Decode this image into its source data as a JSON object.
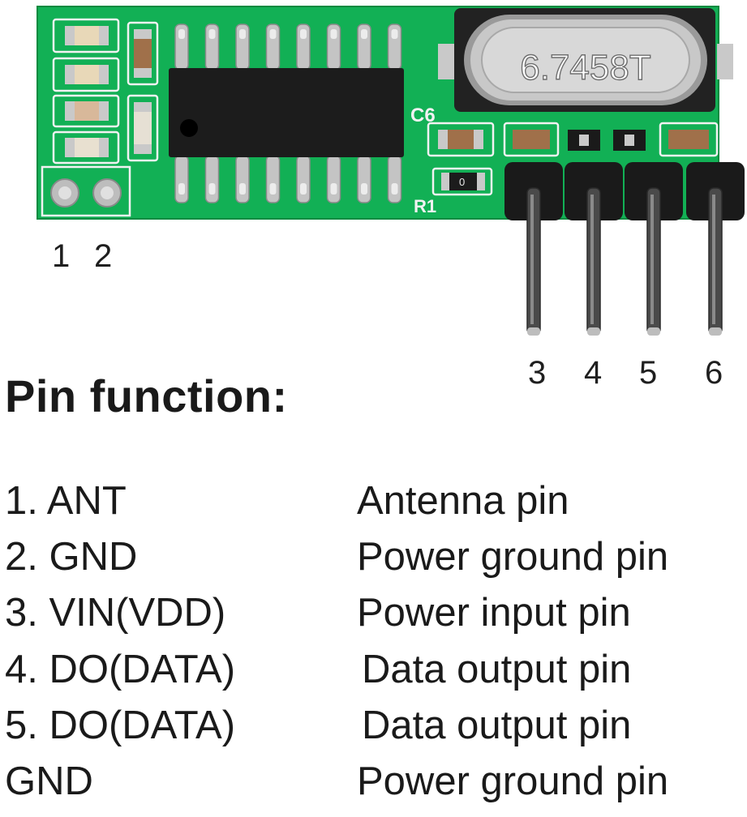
{
  "board": {
    "crystal_label": "6.7458T",
    "silkscreen_c6": "C6",
    "silkscreen_r1": "R1",
    "resistor_marking": "0",
    "colors": {
      "pcb": "#12b055",
      "pcb_dark": "#0d8a40",
      "silkscreen": "#f2f2f2",
      "ic_body": "#1c1c1c",
      "metal": "#c4c4c4",
      "header_plastic": "#1a1a1a",
      "pin_metal": "#4a4a4a"
    }
  },
  "pin_numbers": {
    "top_left": [
      "1",
      "2"
    ],
    "header": [
      "3",
      "4",
      "5",
      "6"
    ]
  },
  "heading": "Pin function:",
  "pins": [
    {
      "pin": "1. ANT",
      "function": "Antenna pin"
    },
    {
      "pin": "2. GND",
      "function": "Power ground pin"
    },
    {
      "pin": "3. VIN(VDD)",
      "function": "Power input pin"
    },
    {
      "pin": "4. DO(DATA)",
      "function": "Data output pin"
    },
    {
      "pin": "5. DO(DATA)",
      "function": "Data output pin"
    },
    {
      "pin": "GND",
      "function": "Power ground pin"
    }
  ]
}
